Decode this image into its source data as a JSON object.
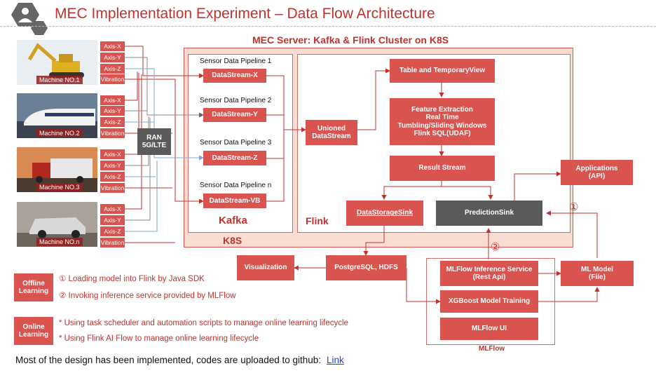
{
  "title": "MEC Implementation Experiment – Data Flow Architecture",
  "subtitle": "MEC Server: Kafka & Flink Cluster on K8S",
  "machines": [
    {
      "name": "Machine NO.1",
      "image": "excavator",
      "signals": [
        "Axis-X",
        "Axis-Y",
        "Axis-Z",
        "Vibration"
      ]
    },
    {
      "name": "Machine NO.2",
      "image": "high-speed-train",
      "signals": [
        "Axis-X",
        "Axis-Y",
        "Axis-Z",
        "Vibration"
      ]
    },
    {
      "name": "Machine NO.3",
      "image": "truck",
      "signals": [
        "Axis-X",
        "Axis-Y",
        "Axis-Z",
        "Vibration"
      ]
    },
    {
      "name": "Machine NO.n",
      "image": "suv",
      "signals": [
        "Axis-X",
        "Axis-Y",
        "Axis-Z",
        "Vibration"
      ]
    }
  ],
  "ran": {
    "line1": "RAN",
    "line2": "5G/LTE"
  },
  "kafka": {
    "label": "Kafka",
    "pipelines": [
      {
        "label": "Sensor Data Pipeline 1",
        "stream": "DataStream-X"
      },
      {
        "label": "Sensor Data Pipeline 2",
        "stream": "DataStream-Y"
      },
      {
        "label": "Sensor Data Pipeline 3",
        "stream": "DataStream-Z"
      },
      {
        "label": "Sensor Data Pipeline n",
        "stream": "DataStream-VB"
      }
    ]
  },
  "k8s_label": "K8S",
  "flink": {
    "label": "Flink",
    "unioned": [
      "Unioned",
      "DataStream"
    ],
    "table_view": "Table and TemporaryView",
    "feature": [
      "Feature Extraction",
      "Real Time",
      "Tumbling/Sliding Windows",
      "Flink SQL(UDAF)"
    ],
    "result_stream": "Result Stream",
    "storage_sink": "DataStorageSink",
    "prediction_sink": "PredictionSink"
  },
  "applications": [
    "Applications",
    "(API)"
  ],
  "visualization": "Visualization",
  "storage": "PostgreSQL, HDFS",
  "mlflow": {
    "label": "MLFlow",
    "inference": [
      "MLFlow Inference Service",
      "(Rest Api)"
    ],
    "training": "XGBoost Model Training",
    "ui": "MLFlow UI"
  },
  "ml_model": [
    "ML Model",
    "(File)"
  ],
  "markers": {
    "one": "①",
    "two": "②"
  },
  "legend": {
    "offline_tag": [
      "Offline",
      "Learning"
    ],
    "offline_1": "① Loading model into Flink by Java SDK",
    "offline_2": "② Invoking inference service provided by MLFlow",
    "online_tag": [
      "Online",
      "Learning"
    ],
    "online_1": "* Using task scheduler and automation scripts to manage online learning lifecycle",
    "online_2": "* Using Flink AI Flow to manage online learning lifecycle"
  },
  "footer": {
    "text": "Most of the design has been implemented, codes are uploaded to github:",
    "link": "Link"
  },
  "colors": {
    "accent": "#d9534f",
    "title": "#c0322e",
    "k8s_bg": "#f9ddd3",
    "sink_grey": "#5a5a5a"
  }
}
